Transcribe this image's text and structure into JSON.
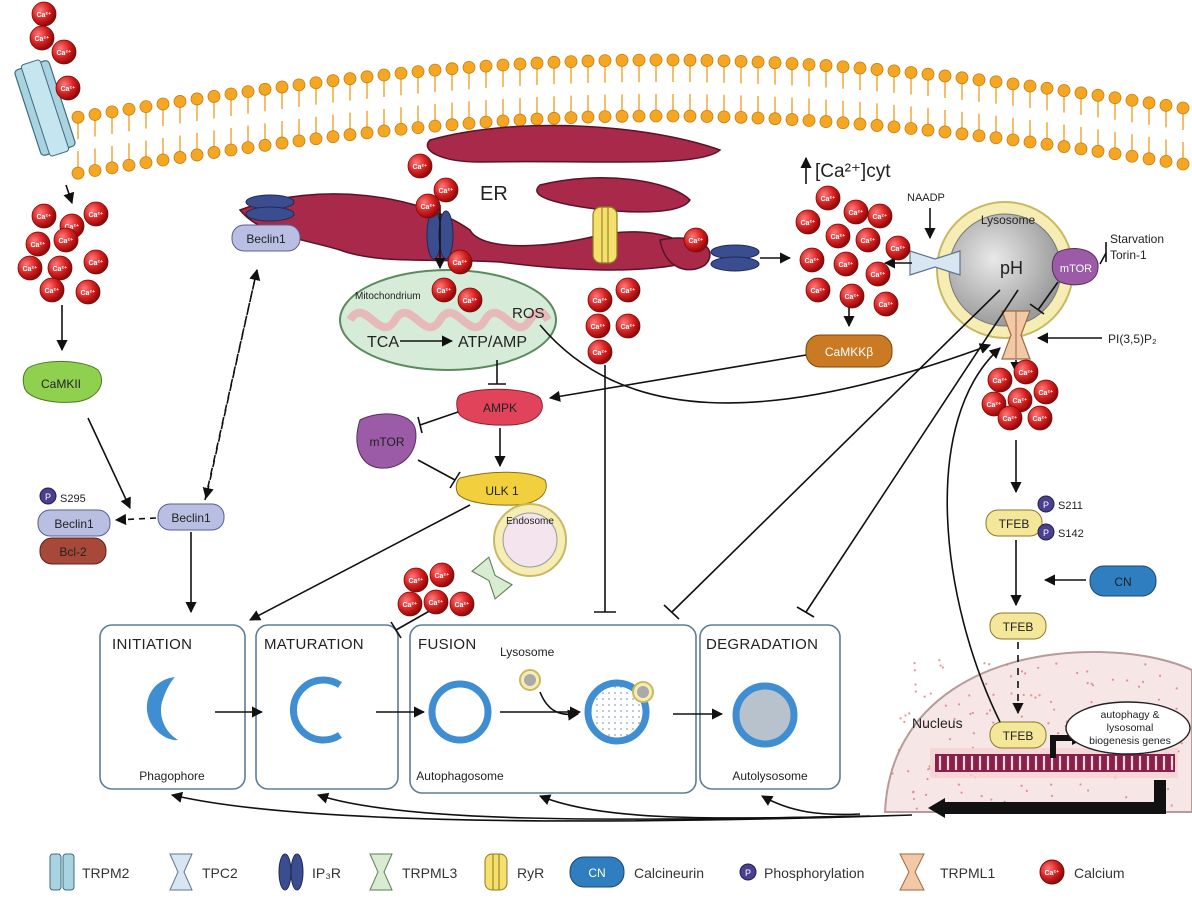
{
  "cell": {
    "ca_label": "Ca²⁺",
    "ca_cyt_label": "[Ca²⁺]cyt",
    "er_label": "ER",
    "mito_label": "Mitochondrium",
    "tca_label": "TCA",
    "atp_label": "ATP/AMP",
    "ros_label": "ROS",
    "lysosome_label": "Lysosome",
    "ph_label": "pH",
    "naadp_label": "NAADP",
    "starvation_label": "Starvation",
    "torin_label": "Torin-1",
    "pi35p2_label": "PI(3,5)P₂",
    "endosome_label": "Endosome",
    "nucleus_label": "Nucleus",
    "genes_label_1": "autophagy &",
    "genes_label_2": "lysosomal",
    "genes_label_3": "biogenesis genes"
  },
  "proteins": {
    "camkii": "CaMKII",
    "camkkb": "CaMKKβ",
    "ampk": "AMPK",
    "mtor": "mTOR",
    "ulk1": "ULK 1",
    "beclin1": "Beclin1",
    "bcl2": "Bcl-2",
    "tfeb": "TFEB",
    "cn": "CN",
    "p": "P",
    "s295": "S295",
    "s211": "S211",
    "s142": "S142"
  },
  "stages": [
    {
      "title": "INITIATION",
      "label": "Phagophore"
    },
    {
      "title": "MATURATION",
      "label": ""
    },
    {
      "title": "FUSION",
      "label": "Autophagosome"
    },
    {
      "title": "DEGRADATION",
      "label": "Autolysosome"
    }
  ],
  "legend": [
    {
      "label": "TRPM2",
      "icon": "trpm2-icon"
    },
    {
      "label": "TPC2",
      "icon": "tpc2-icon"
    },
    {
      "label": "IP₃R",
      "icon": "ip3r-icon"
    },
    {
      "label": "TRPML3",
      "icon": "trpml3-icon"
    },
    {
      "label": "RyR",
      "icon": "ryr-icon"
    },
    {
      "label": "Calcineurin",
      "icon": "calcineurin-icon"
    },
    {
      "label": "Phosphorylation",
      "icon": "phosphorylation-icon"
    },
    {
      "label": "TRPML1",
      "icon": "trpml1-icon"
    },
    {
      "label": "Calcium",
      "icon": "calcium-icon"
    }
  ],
  "colors": {
    "membrane_head": "#f5a623",
    "er": "#a8294a",
    "calcium": "#d81e1e",
    "camkii": "#8fd14f",
    "camkkb": "#c97a22",
    "ampk": "#e0435a",
    "mtor": "#9b5ba6",
    "ulk1": "#f2cf3c",
    "beclin1": "#b9bfe3",
    "bcl2": "#a8483a",
    "tfeb": "#f4e79a",
    "cn": "#2f7fc0",
    "phospho": "#4b3f8f",
    "autophagy_blue": "#3f8ed1"
  }
}
